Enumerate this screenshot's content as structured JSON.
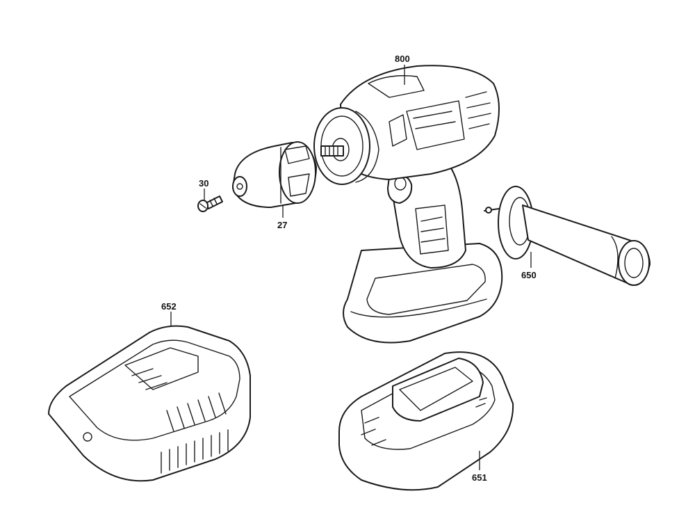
{
  "callouts": {
    "drill_body": "800",
    "screw": "30",
    "chuck": "27",
    "side_handle": "650",
    "charger": "652",
    "battery": "651"
  }
}
